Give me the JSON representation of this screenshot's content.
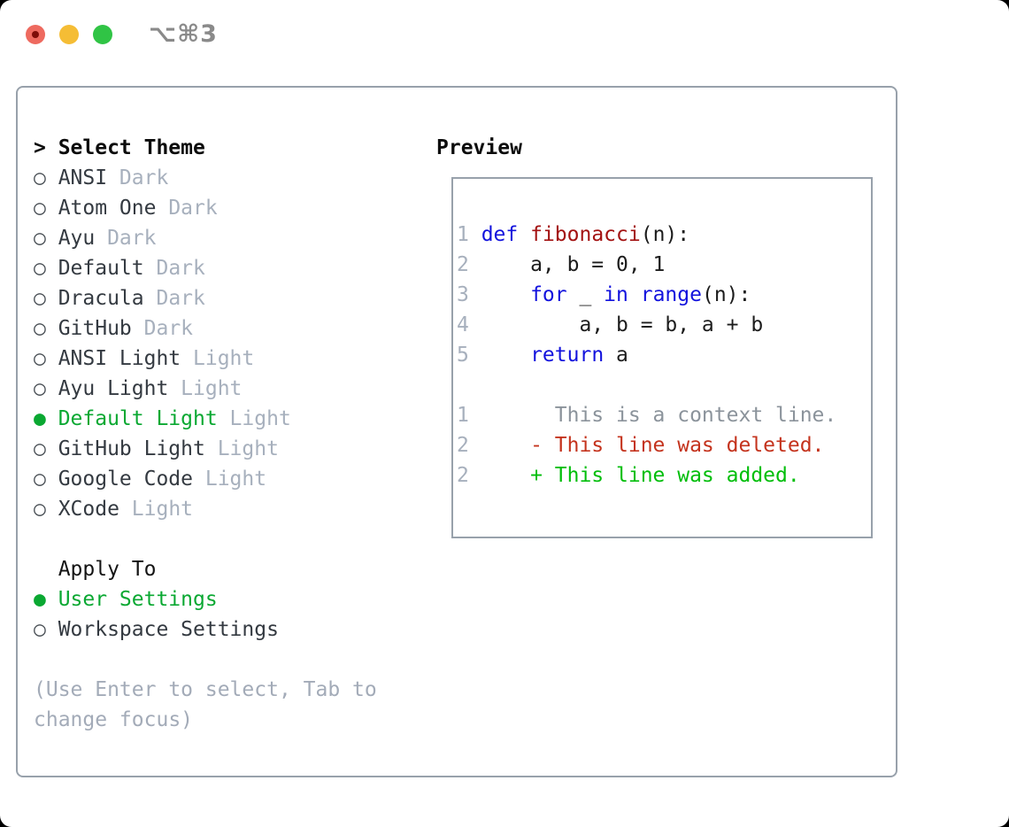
{
  "window": {
    "shortcut_label": "⌥⌘3",
    "traffic_lights": [
      "close",
      "minimize",
      "zoom"
    ]
  },
  "colors": {
    "accent_green": "#0aa832",
    "keyword_blue": "#1212dd",
    "function_red": "#a31212",
    "code_plain": "#1c1c1c",
    "diff_context_gray": "#8b939b",
    "diff_deleted_red": "#c4331d",
    "diff_added_green": "#00be0a",
    "line_number_gray": "#a7b0bd",
    "tag_gray": "#a7b0bd",
    "help_gray": "#a3abb8",
    "panel_border_gray": "#98a1ab",
    "theme_name_dark": "#343a41",
    "traffic_red": "#ee6a5f",
    "traffic_red_dot": "#7e0d08",
    "traffic_yellow": "#f5bd35",
    "traffic_green": "#30c445",
    "shortcut_gray": "#8a8a8a"
  },
  "theme_picker": {
    "header_marker": ">",
    "header": "Select Theme",
    "radio_unselected": "○",
    "radio_selected": "●",
    "themes": [
      {
        "name": "ANSI",
        "tag": "Dark",
        "selected": false
      },
      {
        "name": "Atom One",
        "tag": "Dark",
        "selected": false
      },
      {
        "name": "Ayu",
        "tag": "Dark",
        "selected": false
      },
      {
        "name": "Default",
        "tag": "Dark",
        "selected": false
      },
      {
        "name": "Dracula",
        "tag": "Dark",
        "selected": false
      },
      {
        "name": "GitHub",
        "tag": "Dark",
        "selected": false
      },
      {
        "name": "ANSI Light",
        "tag": "Light",
        "selected": false
      },
      {
        "name": "Ayu Light",
        "tag": "Light",
        "selected": false
      },
      {
        "name": "Default Light",
        "tag": "Light",
        "selected": true
      },
      {
        "name": "GitHub Light",
        "tag": "Light",
        "selected": false
      },
      {
        "name": "Google Code",
        "tag": "Light",
        "selected": false
      },
      {
        "name": "XCode",
        "tag": "Light",
        "selected": false
      }
    ]
  },
  "apply_to": {
    "header": "Apply To",
    "options": [
      {
        "name": "User Settings",
        "selected": true
      },
      {
        "name": "Workspace Settings",
        "selected": false
      }
    ]
  },
  "help_lines": [
    "(Use Enter to select, Tab to",
    "change focus)"
  ],
  "preview": {
    "header": "Preview",
    "lines": [
      {
        "num": "1",
        "tokens": [
          {
            "t": "def",
            "c": "kw"
          },
          {
            "t": " ",
            "c": "plain"
          },
          {
            "t": "fibonacci",
            "c": "fn"
          },
          {
            "t": "(n):",
            "c": "plain"
          }
        ]
      },
      {
        "num": "2",
        "tokens": [
          {
            "t": "    a, b = 0, 1",
            "c": "plain"
          }
        ]
      },
      {
        "num": "3",
        "tokens": [
          {
            "t": "    ",
            "c": "plain"
          },
          {
            "t": "for",
            "c": "kw"
          },
          {
            "t": " _ ",
            "c": "plain"
          },
          {
            "t": "in",
            "c": "kw"
          },
          {
            "t": " ",
            "c": "plain"
          },
          {
            "t": "range",
            "c": "kw"
          },
          {
            "t": "(n):",
            "c": "plain"
          }
        ]
      },
      {
        "num": "4",
        "tokens": [
          {
            "t": "        a, b = b, a + b",
            "c": "plain"
          }
        ]
      },
      {
        "num": "5",
        "tokens": [
          {
            "t": "    ",
            "c": "plain"
          },
          {
            "t": "return",
            "c": "kw"
          },
          {
            "t": " a",
            "c": "plain"
          }
        ]
      },
      {
        "num": "",
        "tokens": []
      },
      {
        "num": "1",
        "tokens": [
          {
            "t": "      This is a context line.",
            "c": "ctx"
          }
        ]
      },
      {
        "num": "2",
        "tokens": [
          {
            "t": "    - This line was deleted.",
            "c": "del"
          }
        ]
      },
      {
        "num": "2",
        "tokens": [
          {
            "t": "    + This line was added.",
            "c": "add"
          }
        ]
      }
    ]
  }
}
